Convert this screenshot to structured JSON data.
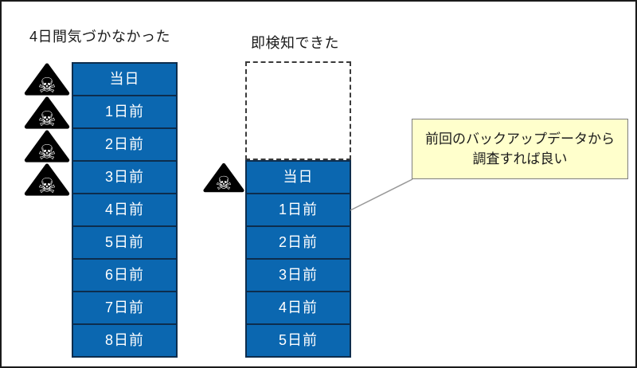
{
  "colors": {
    "box_fill": "#0B67B0",
    "box_border": "#0D2D4D",
    "callout_fill": "#FFFFCC",
    "callout_border": "#7F7F7F",
    "connector": "#999999",
    "frame": "#1A1A1A"
  },
  "left_scenario": {
    "title": "4日間気づかなかった",
    "skull_count": 4,
    "days": [
      "当日",
      "1日前",
      "2日前",
      "3日前",
      "4日前",
      "5日前",
      "6日前",
      "7日前",
      "8日前"
    ]
  },
  "right_scenario": {
    "title": "即検知できた",
    "skull_count": 1,
    "empty_slot_count": 3,
    "days": [
      "当日",
      "1日前",
      "2日前",
      "3日前",
      "4日前",
      "5日前"
    ]
  },
  "callout": {
    "line1": "前回のバックアップデータから",
    "line2": "調査すれば良い"
  },
  "icons": {
    "skull": "skull-warning-icon"
  }
}
